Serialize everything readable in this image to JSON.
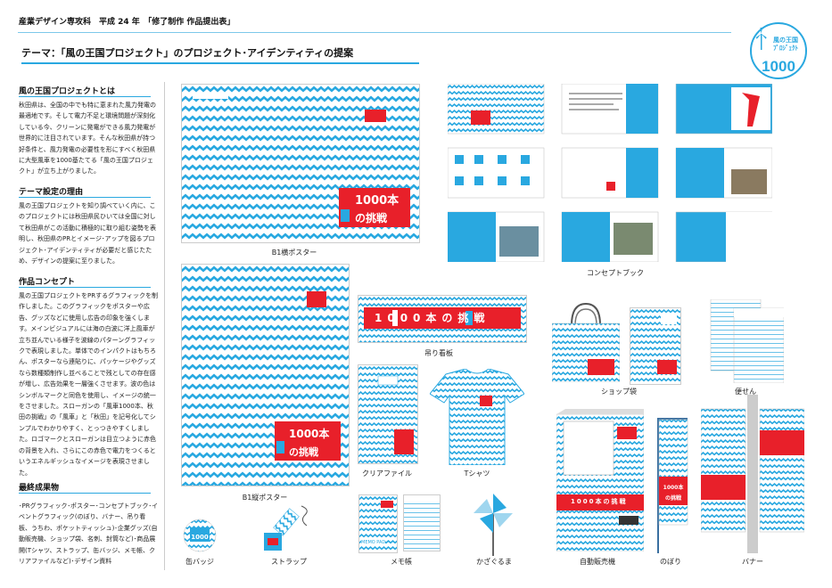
{
  "header": {
    "line": "産業デザイン専攻科　平成 24 年　「修了制作 作品提出表」",
    "theme": "テーマ：「風の王国プロジェクト」のプロジェクト･アイデンティティの提案",
    "logo_text": "1000",
    "logo_small": "風の王国 プロジェクト"
  },
  "colors": {
    "accent": "#29a8e0",
    "red": "#e8202a"
  },
  "sidebar": {
    "sections": [
      {
        "heading": "風の王国プロジェクトとは",
        "body": "秋田県は、全国の中でも特に恵まれた風力発電の最適地です。そして電力不足と環境問題が深刻化している今、クリーンに発電ができる風力発電が世界的に注目されています。そんな秋田県が持つ好条件と、風力発電の必要性を形にすべく秋田県に大型風車を1000基たてる「風の王国プロジェクト」が立ち上がりました。"
      },
      {
        "heading": "テーマ設定の理由",
        "body": "風の王国プロジェクトを知り調べていく内に、このプロジェクトには秋田県民ひいては全国に対して秋田県がこの活動に積極的に取り組む姿勢を表明し、秋田県のPRとイメージ･アップを図るプロジェクト･アイデンティティが必要だと感じたため、デザインの提案に至りました。"
      },
      {
        "heading": "作品コンセプト",
        "body": "風の王国プロジェクトをPRするグラフィックを制作しました。このグラフィックをポスターや広告、グッズなどに使用し広告の印象を強くします。メインビジュアルには海の白波に洋上風車が立ち並んでいる様子を波線のパターングラフィックで表現しました。単体でのインパクトはもちろん、ポスターなら連貼りに、パッケージやグッズなら数種類制作し並べることで残としての存在感が増し、広告効果を一層強くさせます。波の色はシンボルマークと同色を使用し、イメージの統一をさせました。スローガンの「風車1000本、秋田の挑戦」の「風車」と「秋田」を記号化してシンプルでわかりやすく、とっつきやすくしました。ロゴマークとスローガンは目立つように赤色の背景を入れ、さらにこの赤色で電力をつくるというエネルギッシュなイメージを表現させました。"
      },
      {
        "heading": "最終成果物",
        "body": "･PRグラフィック･ポスター･コンセプトブック･イベントグラフィック(のぼり、バナー、吊り看板、うちわ、ポケットティッシュ)･企業グッズ(自動販売機、ショップ袋、名刺、封筒など)･商品展開(Tシャツ、ストラップ、缶バッジ、メモ帳、クリアファイルなど)･デザイン資料"
      }
    ]
  },
  "items": {
    "poster_h": "B1横ポスター",
    "poster_v": "B1縦ポスター",
    "book": "コンセプトブック",
    "hanging": "吊り看板",
    "file": "クリアファイル",
    "tshirt": "Tシャツ",
    "shopbag": "ショップ袋",
    "sticky": "便せん",
    "badge": "缶バッジ",
    "strap": "ストラップ",
    "memo": "メモ帳",
    "pinwheel": "かざぐるま",
    "vending": "自動販売機",
    "nobori": "のぼり",
    "banner": "バナー"
  },
  "slogan": {
    "line1": "1000本",
    "line2": "の挑戦",
    "hanging": "1000本の挑戦",
    "memo_pad": "MEMO PAD"
  }
}
